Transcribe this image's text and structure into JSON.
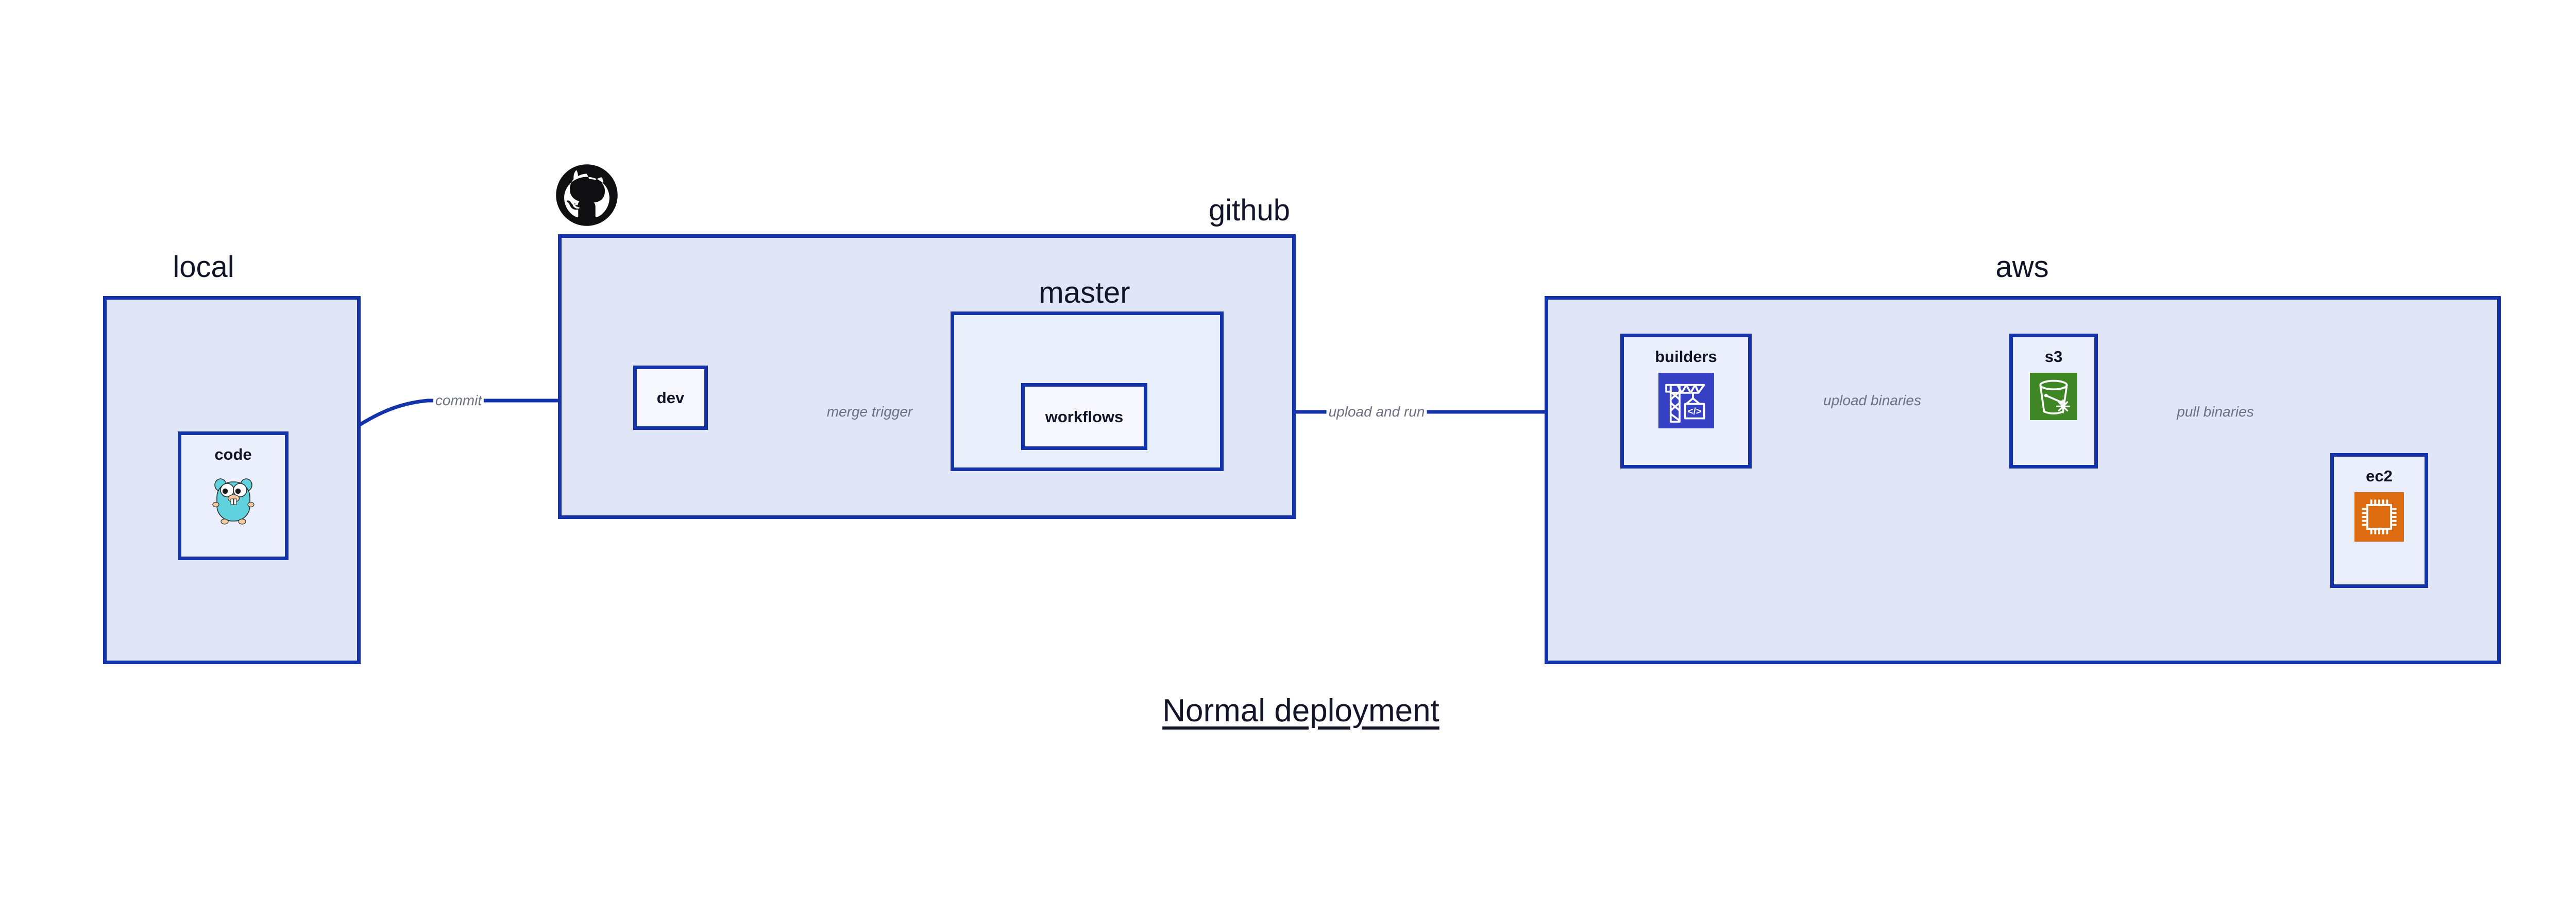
{
  "diagram": {
    "title": "Normal deployment",
    "colors": {
      "edge": "#1433ab",
      "group_border": "#1433ab",
      "group_fill": "#e0e6f8",
      "nested_fill": "#e9eefb",
      "node_fill": "#eaeffb",
      "label_text": "#111527",
      "edge_label_text": "#6d7080",
      "builders_icon": "#3640c4",
      "s3_icon": "#3f8624",
      "ec2_icon": "#dd6b10",
      "gopher_body": "#5fd2de",
      "github_logo": "#0f0f11"
    }
  },
  "groups": [
    {
      "id": "local",
      "label": "local"
    },
    {
      "id": "github",
      "label": "github"
    },
    {
      "id": "master",
      "label": "master"
    },
    {
      "id": "aws",
      "label": "aws"
    }
  ],
  "nodes": [
    {
      "id": "code",
      "label": "code",
      "icon": "go-gopher-icon"
    },
    {
      "id": "dev",
      "label": "dev",
      "icon": ""
    },
    {
      "id": "workflows",
      "label": "workflows",
      "icon": ""
    },
    {
      "id": "builders",
      "label": "builders",
      "icon": "crane-code-icon"
    },
    {
      "id": "s3",
      "label": "s3",
      "icon": "s3-bucket-icon"
    },
    {
      "id": "ec2",
      "label": "ec2",
      "icon": "cpu-chip-icon"
    }
  ],
  "edges": [
    {
      "id": "commit",
      "label": "commit",
      "from": "code",
      "to": "dev"
    },
    {
      "id": "merge-trigger",
      "label": "merge trigger",
      "from": "dev",
      "to": "workflows"
    },
    {
      "id": "upload-and-run",
      "label": "upload and run",
      "from": "workflows",
      "to": "builders"
    },
    {
      "id": "upload-binaries",
      "label": "upload binaries",
      "from": "builders",
      "to": "s3"
    },
    {
      "id": "pull-binaries",
      "label": "pull binaries",
      "from": "s3",
      "to": "ec2"
    }
  ],
  "logos": [
    {
      "id": "github-octocat",
      "name": "github-octocat-logo"
    }
  ]
}
